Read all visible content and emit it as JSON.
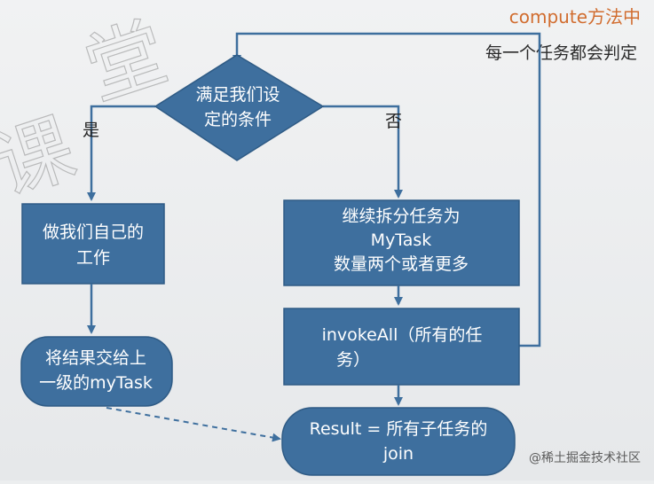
{
  "header": {
    "title": "compute方法中",
    "subtitle": "每一个任务都会判定"
  },
  "nodes": {
    "decision": {
      "line1": "满足我们设",
      "line2": "定的条件"
    },
    "do_work": {
      "line1": "做我们自己的",
      "line2": "工作"
    },
    "pass_up": {
      "line1": "将结果交给上",
      "line2": "一级的myTask"
    },
    "split": {
      "line1": "继续拆分任务为",
      "line2": "MyTask",
      "line3": "数量两个或者更多"
    },
    "invoke": {
      "line1": "invokeAll（所有的任",
      "line2": "务）"
    },
    "result": {
      "line1": "Result = 所有子任务的",
      "line2": "join"
    }
  },
  "edges": {
    "yes_label": "是",
    "no_label": "否"
  },
  "watermark": {
    "glyph1": "课",
    "glyph2": "堂"
  },
  "credit": "@稀土掘金技术社区",
  "colors": {
    "box": "#3e6f9e",
    "title": "#d16d2f"
  }
}
